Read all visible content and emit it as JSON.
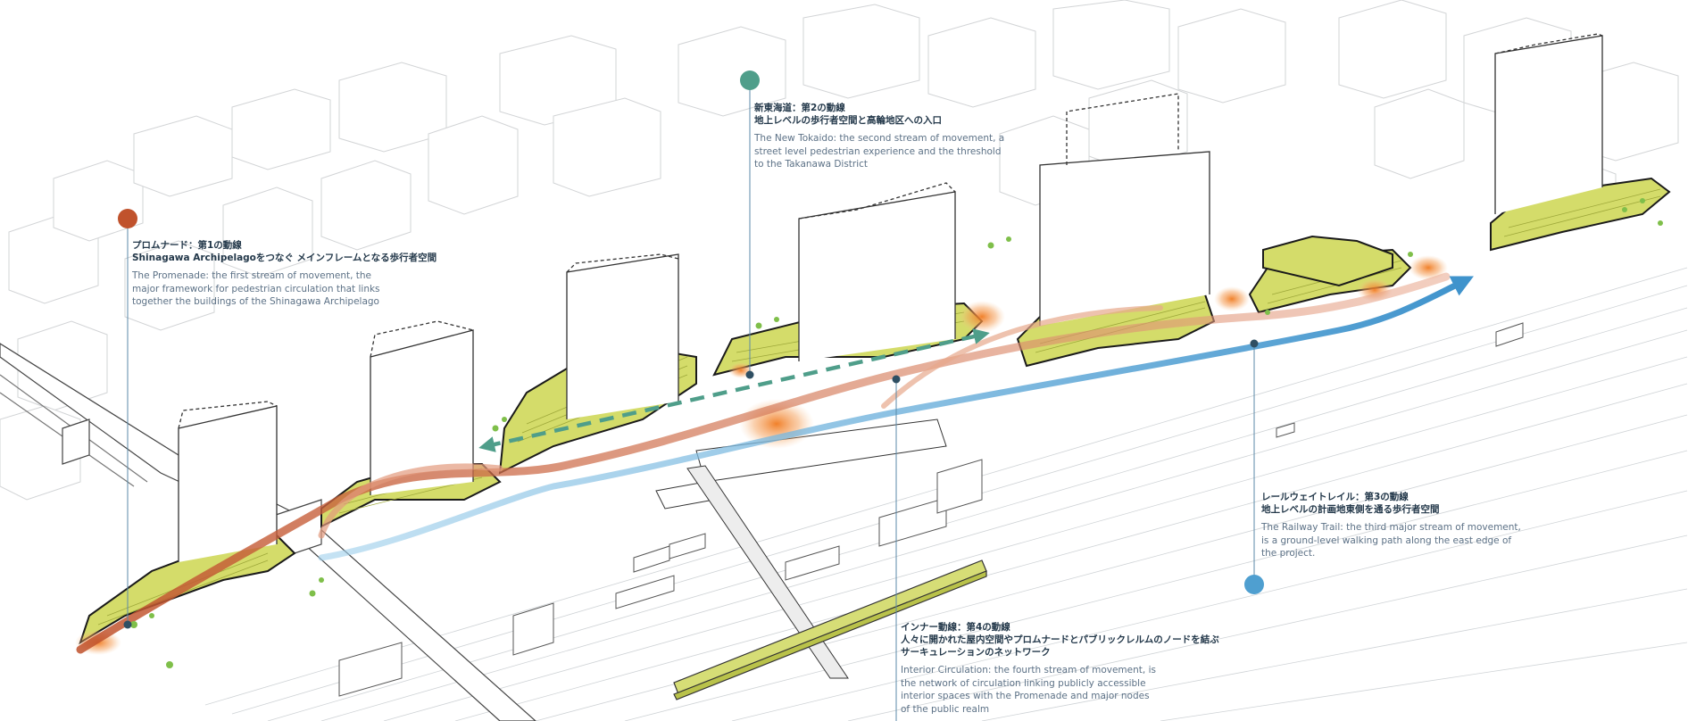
{
  "colors": {
    "promenade": "#c0522c",
    "tokaido": "#4f9e8a",
    "railway_trail": "#4f9fd0",
    "interior": "#2f4f63",
    "terrace_green": "#c7d24a",
    "hotspot": "#f07a1f",
    "context_line": "#c8cacc",
    "tower_line": "#333333",
    "text_dark": "#23384a",
    "text_body": "#5c7186"
  },
  "callouts": [
    {
      "id": "promenade",
      "jp": [
        "プロムナード：第1の動線",
        "Shinagawa Archipelagoをつなぐ メインフレームとなる歩行者空間"
      ],
      "en": [
        "The Promenade: the first stream of movement, the",
        "major framework for pedestrian circulation that links",
        "together the buildings of the Shinagawa Archipelago"
      ]
    },
    {
      "id": "new-tokaido",
      "jp": [
        "新東海道：第2の動線",
        "地上レベルの歩行者空間と高輪地区への入口"
      ],
      "en": [
        "The New Tokaido: the second stream of movement, a",
        "street level pedestrian experience and the threshold",
        "to the Takanawa District"
      ]
    },
    {
      "id": "railway-trail",
      "jp": [
        "レールウェイトレイル：第3の動線",
        "地上レベルの計画地東側を通る歩行者空間"
      ],
      "en": [
        "The Railway Trail: the third major stream of movement,",
        "is a ground-level walking path along the east edge of",
        "the project."
      ]
    },
    {
      "id": "interior-circulation",
      "jp": [
        "インナー動線：第4の動線",
        "人々に開かれた屋内空間やプロムナードとパブリックレルムのノードを結ぶ",
        "サーキュレーションのネットワーク"
      ],
      "en": [
        "Interior Circulation: the fourth stream of movement, is",
        "the network of circulation linking publicly accessible",
        "interior spaces with the Promenade and major nodes",
        "of the public realm"
      ]
    }
  ]
}
